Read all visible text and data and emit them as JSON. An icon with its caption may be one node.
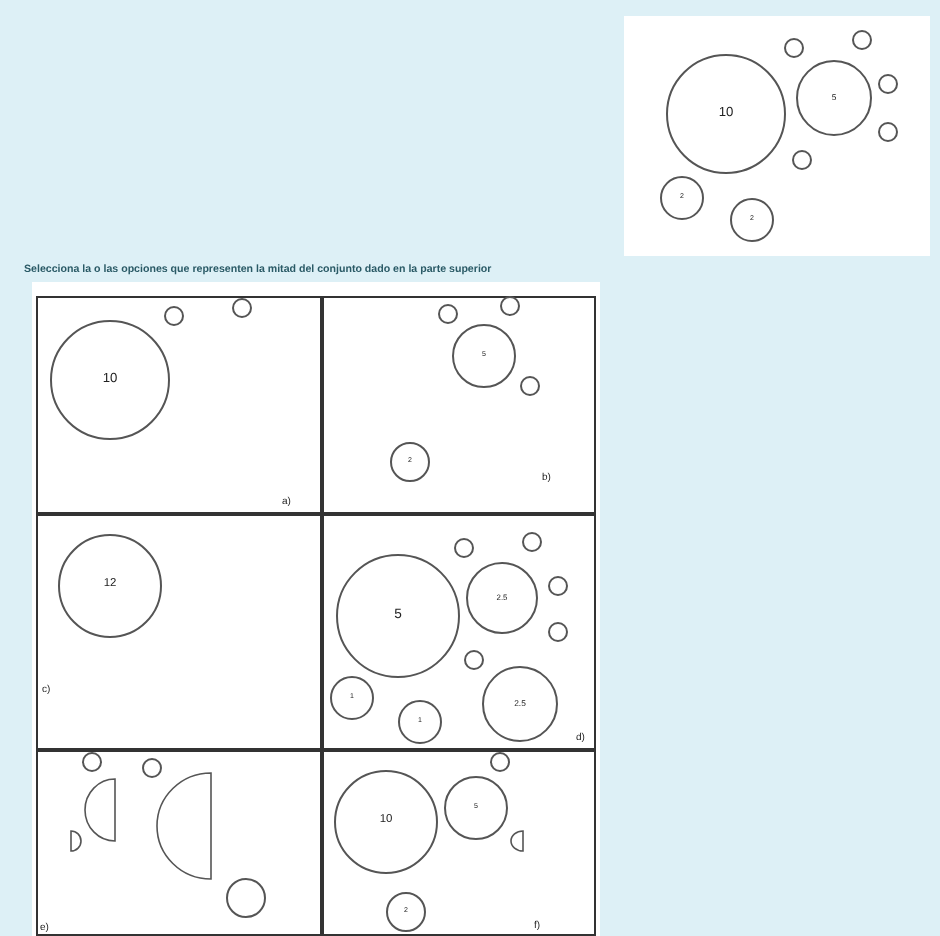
{
  "diagram": {
    "nodes": [
      {
        "text": [],
        "shape": "box"
      },
      {
        "text": [
          "10"
        ],
        "in": 0
      },
      {
        "text": [
          "5"
        ],
        "in": 0
      },
      {
        "text": [],
        "shape": "circle",
        "in": 0
      },
      {
        "text": [],
        "shape": "circle",
        "in": 0
      },
      {
        "text": [],
        "shape": "circle",
        "in": 0
      },
      {
        "text": [],
        "shape": "circle",
        "in": 0
      },
      {
        "text": [],
        "shape": "circle",
        "in": 0
      },
      {
        "text": [
          "2"
        ],
        "in": 0
      },
      {
        "text": [
          "2"
        ],
        "in": 0
      },
      {
        "text": [
          "a)"
        ]
      },
      {
        "text": [
          "10"
        ],
        "in": 10
      },
      {
        "text": [],
        "shape": "circle",
        "in": 10
      },
      {
        "text": [],
        "shape": "circle",
        "in": 10
      },
      {
        "text": [
          "b)"
        ]
      },
      {
        "text": [
          "5"
        ],
        "in": 14
      },
      {
        "text": [],
        "shape": "circle",
        "in": 14
      },
      {
        "text": [],
        "shape": "circle",
        "in": 14
      },
      {
        "text": [],
        "shape": "circle",
        "in": 14
      },
      {
        "text": [
          "2"
        ],
        "in": 14
      },
      {
        "text": [
          "c)"
        ]
      },
      {
        "text": [
          "12"
        ],
        "in": 20
      },
      {
        "text": [
          "d)"
        ]
      },
      {
        "text": [
          "5"
        ],
        "in": 22
      },
      {
        "text": [],
        "shape": "circle",
        "in": 22
      },
      {
        "text": [],
        "shape": "circle",
        "in": 22
      },
      {
        "text": [
          "2.5"
        ],
        "in": 22
      },
      {
        "text": [],
        "shape": "circle",
        "in": 22
      },
      {
        "text": [],
        "shape": "circle",
        "in": 22
      },
      {
        "text": [],
        "shape": "circle",
        "in": 22
      },
      {
        "text": [
          "1"
        ],
        "in": 22
      },
      {
        "text": [
          "1"
        ],
        "in": 22
      },
      {
        "text": [
          "2.5"
        ],
        "in": 22
      },
      {
        "text": [
          "e)"
        ]
      },
      {
        "text": [],
        "shape": "circle",
        "in": 33
      },
      {
        "text": [],
        "shape": "circle",
        "in": 33
      },
      {
        "text": [],
        "shape": "semicircle",
        "in": 33
      },
      {
        "text": [],
        "shape": "semicircle",
        "in": 33
      },
      {
        "text": [],
        "shape": "semicircle",
        "in": 33
      },
      {
        "text": [],
        "shape": "circle",
        "in": 33
      },
      {
        "text": [
          "f)"
        ]
      },
      {
        "text": [],
        "shape": "circle",
        "in": 40
      },
      {
        "text": [
          "10"
        ],
        "in": 40
      },
      {
        "text": [
          "5"
        ],
        "in": 40
      },
      {
        "text": [],
        "shape": "semicircle",
        "in": 40
      },
      {
        "text": [
          "2"
        ],
        "in": 40
      }
    ],
    "labels": [
      "Selecciona la o las opciones que representen la mitad del conjunto dado en la parte superior"
    ]
  }
}
